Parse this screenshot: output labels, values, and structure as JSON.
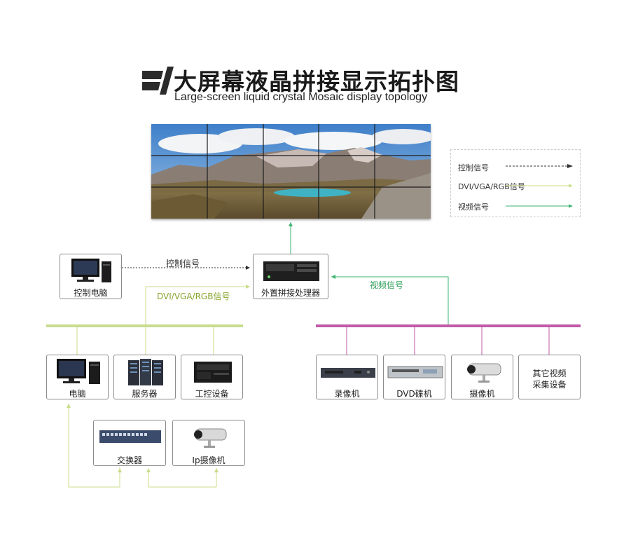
{
  "title": {
    "main": "大屏幕液晶拼接显示拓扑图",
    "subtitle": "Large-screen liquid crystal Mosaic display topology"
  },
  "colors": {
    "control": "#333333",
    "dvi": "#c9dd8a",
    "video": "#3cb371",
    "green_bus": "#c8dd8e",
    "pink_bus": "#c15aa8",
    "label_dvi": "#8aa42e",
    "label_video": "#2e9e57"
  },
  "legend": {
    "control": "控制信号",
    "dvi": "DVI/VGA/RGB信号",
    "video": "视频信号"
  },
  "edge_labels": {
    "control": "控制信号",
    "dvi": "DVI/VGA/RGB信号",
    "video": "视频信号"
  },
  "nodes": {
    "video_wall": "LCD video wall",
    "control_pc": "控制电脑",
    "processor": "外置拼接处理器",
    "pc": "电脑",
    "server": "服务器",
    "industrial": "工控设备",
    "switch": "交换器",
    "ip_camera": "Ip摄像机",
    "recorder": "录像机",
    "dvd": "DVD碟机",
    "camera": "摄像机",
    "other_video": "其它视频",
    "other_video_line2": "采集设备"
  },
  "icons": {
    "logo": "stripe-logo-icon",
    "control_pc": "desktop-computer-icon",
    "processor": "rack-processor-icon",
    "pc": "desktop-computer-icon",
    "server": "server-rack-icon",
    "industrial": "industrial-pc-icon",
    "switch": "network-switch-icon",
    "ip_camera": "ip-camera-icon",
    "recorder": "video-recorder-icon",
    "dvd": "dvd-player-icon",
    "camera": "cctv-camera-icon"
  }
}
